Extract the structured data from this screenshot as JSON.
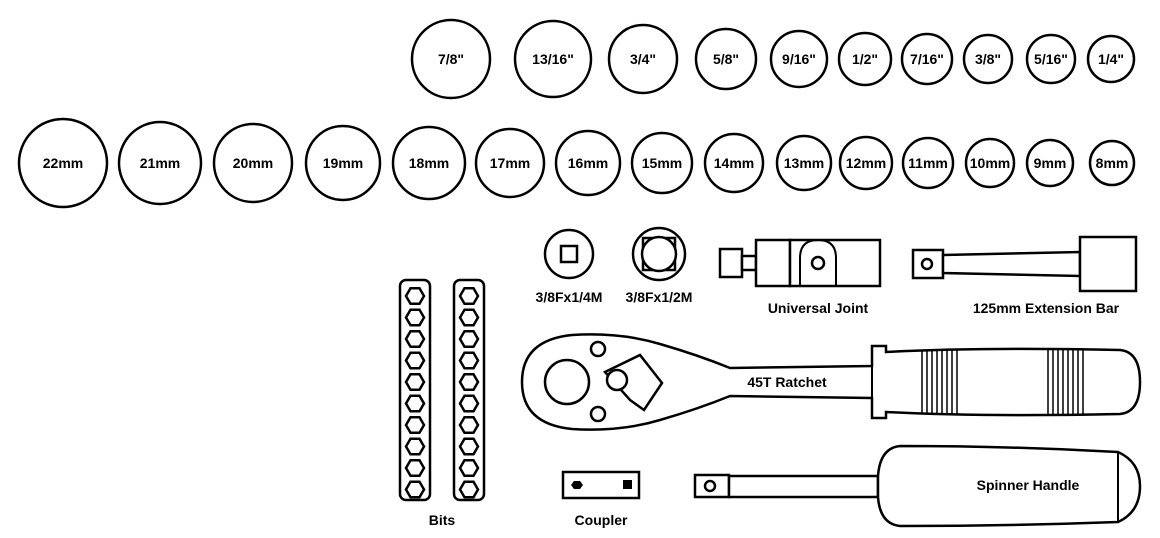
{
  "imperial_sockets": [
    "7/8\"",
    "13/16\"",
    "3/4\"",
    "5/8\"",
    "9/16\"",
    "1/2\"",
    "7/16\"",
    "3/8\"",
    "5/16\"",
    "1/4\""
  ],
  "metric_sockets": [
    "22mm",
    "21mm",
    "20mm",
    "19mm",
    "18mm",
    "17mm",
    "16mm",
    "15mm",
    "14mm",
    "13mm",
    "12mm",
    "11mm",
    "10mm",
    "9mm",
    "8mm"
  ],
  "adapters": {
    "small": "3/8Fx1/4M",
    "large": "3/8Fx1/2M"
  },
  "universal_joint": "Universal Joint",
  "extension_bar": "125mm Extension Bar",
  "ratchet": "45T Ratchet",
  "bits": "Bits",
  "coupler": "Coupler",
  "spinner_handle": "Spinner Handle"
}
